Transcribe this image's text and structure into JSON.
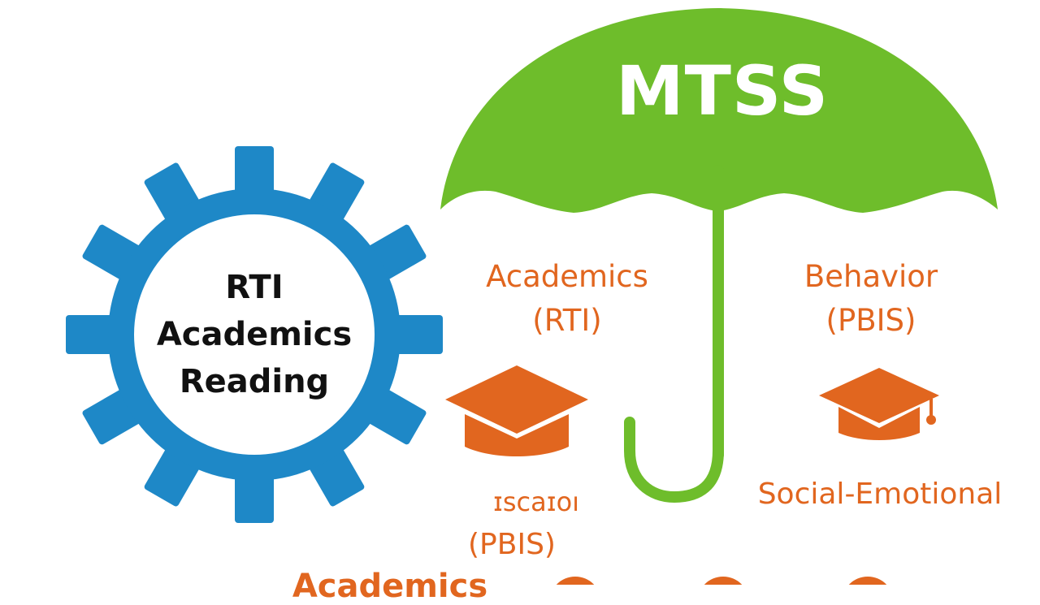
{
  "colors": {
    "umbrella_green": "#6ebd2b",
    "gear_blue": "#1e88c7",
    "accent_orange": "#e1661f",
    "text_dark": "#111111",
    "background": "#ffffff"
  },
  "icons": [
    "gear-icon",
    "umbrella-icon",
    "graduation-cap-icon",
    "graduation-cap-icon"
  ],
  "umbrella": {
    "title": "MTSS"
  },
  "gear": {
    "lines": [
      "RTI",
      "Academics",
      "Reading"
    ]
  },
  "labels": {
    "academics_rti": [
      "Academics",
      "(RTI)"
    ],
    "behavior_pbis": [
      "Behavior",
      "(PBIS)"
    ],
    "social_emotional": "Social-Emotional",
    "garbled_text": "ɪscaɪoı",
    "pbis_lower": "(PBIS)",
    "academics_bottom": "Academics"
  }
}
